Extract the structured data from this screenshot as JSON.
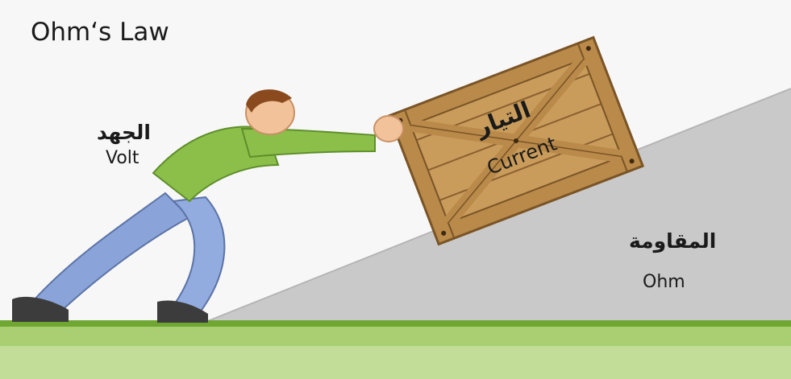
{
  "title": "Ohm‘s Law",
  "voltage": {
    "label_ar": "الجهد",
    "label_en": "Volt"
  },
  "current": {
    "label_ar": "التيار",
    "label_en": "Current"
  },
  "resistance": {
    "label_ar": "المقاومة",
    "label_en": "Ohm"
  },
  "colors": {
    "background": "#f7f7f7",
    "slope": "#c8c8c8",
    "grass": "#8fc04a",
    "crate": "#c79a5a",
    "crate_dark": "#7a5426",
    "shirt": "#8bbf4a",
    "pants": "#8aa3d8",
    "shoes": "#3a3a3a",
    "hair": "#8a4a1e",
    "skin": "#f2c39a"
  }
}
